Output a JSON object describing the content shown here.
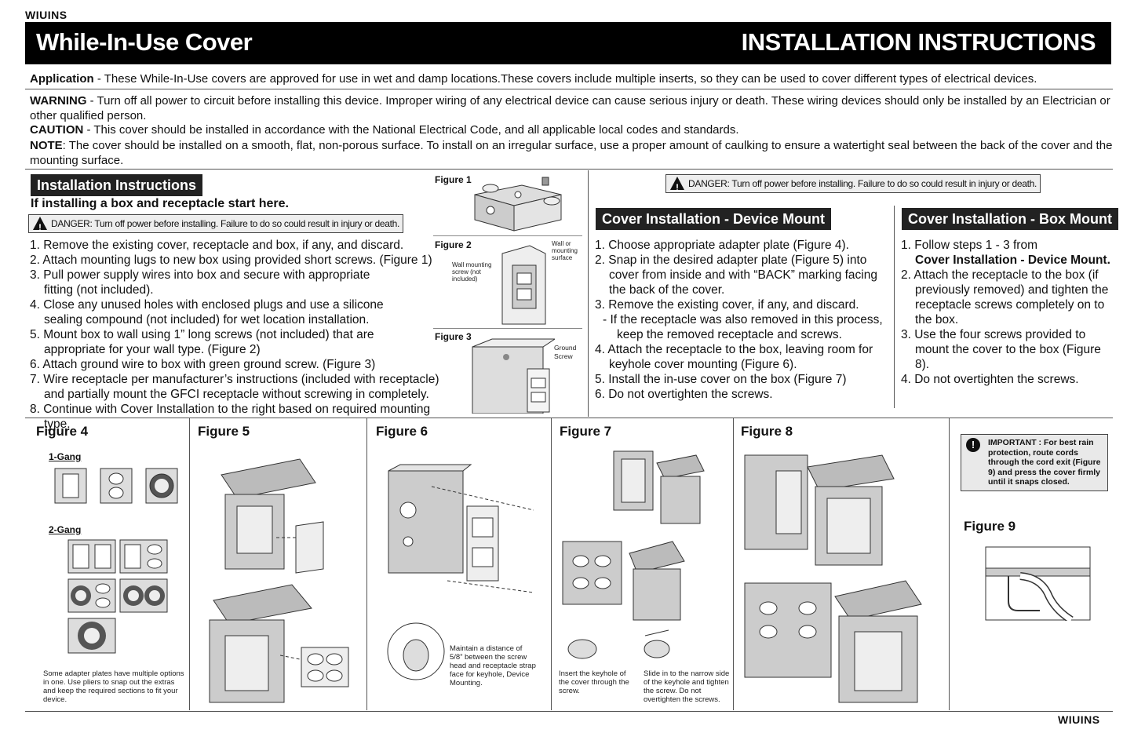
{
  "brand_top": "WIUINS",
  "brand_bottom": "WIUINS",
  "header": {
    "left_title": "While-In-Use Cover",
    "right_title": "INSTALLATION INSTRUCTIONS"
  },
  "intro": {
    "application_label": "Application",
    "application_text": " - These While-In-Use covers are approved for use in wet and damp locations.These covers include multiple inserts, so they can be used to cover different types of electrical devices.",
    "warning_label": "WARNING",
    "warning_text": " - Turn off all power to circuit before installing this device. Improper wiring of any electrical device can cause serious injury or death. These wiring devices should only be installed by an Electrician or other qualified person.",
    "caution_label": "CAUTION",
    "caution_text": " - This cover should be installed in accordance with the National Electrical Code, and all applicable local codes and standards.",
    "note_label": "NOTE",
    "note_text": ": The cover should be installed on a smooth, flat, non-porous surface. To install on an irregular surface, use a proper amount of caulking to ensure a watertight seal between the back of the cover and the mounting surface."
  },
  "install": {
    "heading": "Installation Instructions",
    "subheading": "If installing a box and receptacle start here.",
    "danger": "DANGER: Turn off power before installing. Failure to do so could result in injury or death.",
    "steps": [
      "1. Remove the existing cover, receptacle and box, if any, and discard.",
      "2. Attach mounting lugs to new box using provided short screws. (Figure 1)",
      "3. Pull power supply wires into box and secure with appropriate fitting (not included).",
      "4. Close any unused holes with enclosed plugs and use a silicone sealing compound (not included) for wet location installation.",
      "5. Mount box to wall using 1” long screws (not included) that are appropriate for your wall type. (Figure 2)",
      "6. Attach ground wire to box with green ground screw. (Figure 3)",
      "7. Wire receptacle per manufacturer’s instructions (included with receptacle) and partially mount the GFCI receptacle without screwing in completely.",
      "8. Continue with Cover Installation to the right based on required mounting type."
    ],
    "fig1": "Figure 1",
    "fig2": "Figure 2",
    "fig2_wall": "Wall or mounting surface",
    "fig2_screw": "Wall mounting screw (not included)",
    "fig3": "Figure 3",
    "fig3_ground": "Ground Screw"
  },
  "danger_top": "DANGER: Turn off power before installing. Failure to do so could result in injury or death.",
  "device_mount": {
    "heading": "Cover Installation - Device Mount",
    "steps": [
      "1. Choose appropriate adapter plate (Figure 4).",
      "2. Snap in the desired adapter plate (Figure 5) into cover from inside and with “BACK” marking facing the back of the cover.",
      "3. Remove the existing cover, if any, and discard.",
      "- If the receptacle was also removed in this process, keep the removed receptacle and screws.",
      "4. Attach the receptacle to the box, leaving room for keyhole cover mounting (Figure 6).",
      "5. Install the in-use cover on the box (Figure 7)",
      "6. Do not overtighten the screws."
    ]
  },
  "box_mount": {
    "heading": "Cover Installation - Box Mount",
    "step1_a": "1. Follow steps 1 - 3 from",
    "step1_b": "Cover Installation - Device Mount.",
    "steps": [
      "2. Attach the receptacle to the box (if previously removed) and tighten the receptacle screws completely on to the box.",
      "3. Use the four screws provided to mount the cover to the box (Figure 8).",
      "4. Do not overtighten the screws."
    ]
  },
  "figures": {
    "f4": "Figure 4",
    "f4_gang1": "1-Gang",
    "f4_gang2": "2-Gang",
    "f4_note": "Some adapter plates have multiple options in one. Use pliers to snap out the extras and keep the required sections to fit your device.",
    "f5": "Figure 5",
    "f6": "Figure 6",
    "f6_note": "Maintain a distance of 5/8” between the screw head and receptacle strap face for keyhole, Device Mounting.",
    "f7": "Figure 7",
    "f7_note1": "Insert the keyhole of the cover through the screw.",
    "f7_note2": "Slide in to the narrow side of the keyhole and tighten the screw. Do not overtighten the screws.",
    "f8": "Figure 8",
    "f9": "Figure 9",
    "important": "IMPORTANT : For best rain protection, route cords through the cord exit (Figure 9) and press the cover firmly until it snaps closed."
  }
}
